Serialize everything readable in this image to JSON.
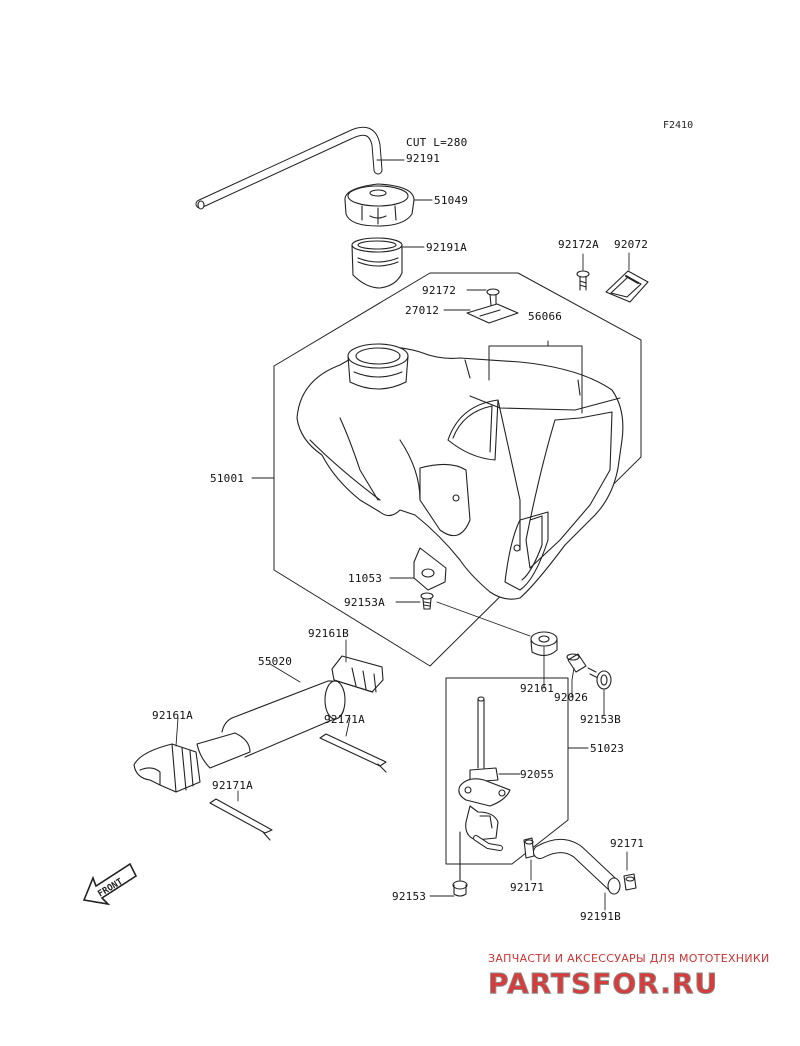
{
  "diagram_ref": "F2410",
  "cut_note": "CUT L=280",
  "labels": {
    "p92191": "92191",
    "p51049": "51049",
    "p92191A": "92191A",
    "p92172A": "92172A",
    "p92072": "92072",
    "p92172": "92172",
    "p27012": "27012",
    "p56066": "56066",
    "p51001": "51001",
    "p11053": "11053",
    "p92153A": "92153A",
    "p92161B": "92161B",
    "p55020": "55020",
    "p92171A_r": "92171A",
    "p92161A": "92161A",
    "p92171A_l": "92171A",
    "p92161": "92161",
    "p92026": "92026",
    "p92153B": "92153B",
    "p51023": "51023",
    "p92055": "92055",
    "p92171_r": "92171",
    "p92171_c": "92171",
    "p92153": "92153",
    "p92191B": "92191B"
  },
  "front_arrow": "FRONT",
  "watermark": {
    "tagline": "ЗАПЧАСТИ И АКСЕССУАРЫ ДЛЯ МОТОТЕХНИКИ",
    "logo": "PARTSFOR.RU",
    "colors": {
      "red": "#d93a3a",
      "gray": "#888888"
    }
  }
}
